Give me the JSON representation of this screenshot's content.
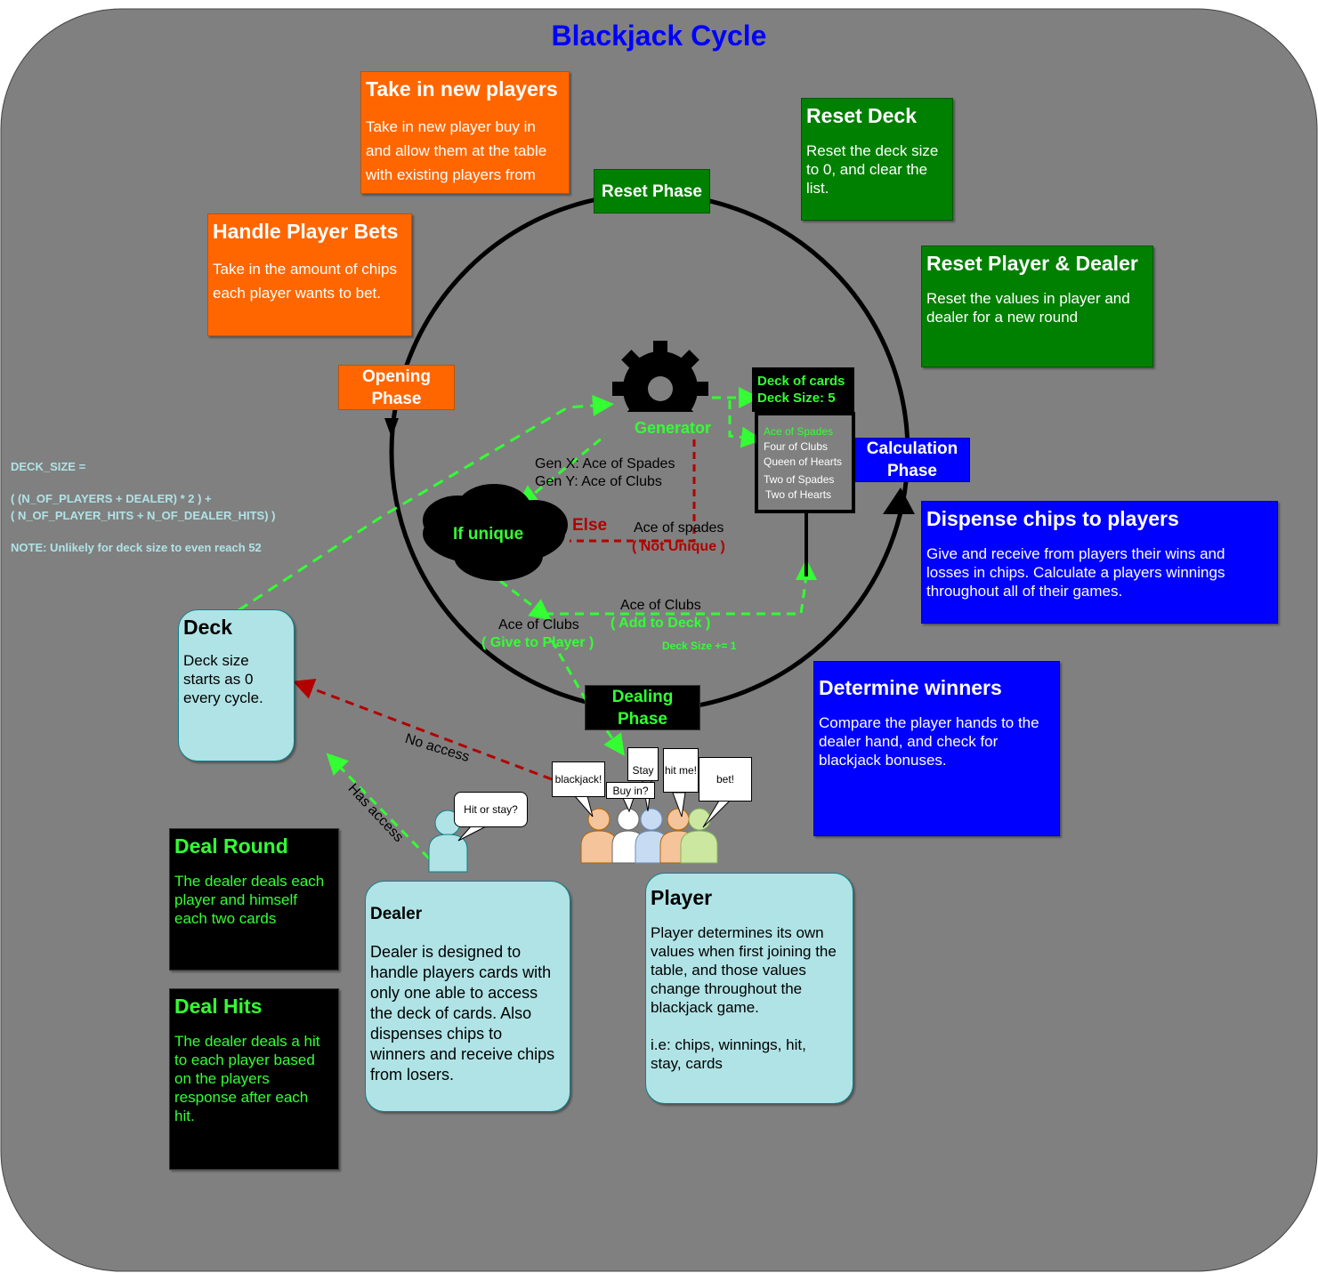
{
  "title": "Blackjack Cycle",
  "phases": {
    "reset": "Reset Phase",
    "opening": "Opening\nPhase",
    "calculation": "Calculation\nPhase",
    "dealing": "Dealing\nPhase"
  },
  "cards": {
    "take_new_players": {
      "heading": "Take in new players",
      "body": "Take in new player buy in\nand allow them at the table\nwith existing players from"
    },
    "handle_bets": {
      "heading": "Handle Player Bets",
      "body": "Take in the amount of chips\neach player wants to bet."
    },
    "reset_deck": {
      "heading": "Reset Deck",
      "body": "Reset the deck size\nto 0, and clear the\nlist."
    },
    "reset_player_dealer": {
      "heading": "Reset Player & Dealer",
      "body": "Reset the values in player and\ndealer for a new round"
    },
    "dispense_chips": {
      "heading": "Dispense chips to players",
      "body": "Give and receive from players their wins and\nlosses in chips. Calculate a players winnings\nthroughout all of their games."
    },
    "determine_winners": {
      "heading": "Determine winners",
      "body": "Compare the player hands to the\ndealer hand, and check for\nblackjack bonuses."
    },
    "deal_round": {
      "heading": "Deal Round",
      "body": "The dealer deals each\nplayer and himself\neach two cards"
    },
    "deal_hits": {
      "heading": "Deal Hits",
      "body": "The dealer deals a hit\nto each player based\non the players\nresponse after each\nhit."
    },
    "deck": {
      "heading": "Deck",
      "body": "Deck size\nstarts as 0\nevery cycle."
    },
    "dealer": {
      "heading": "Dealer",
      "body": "Dealer is designed to\nhandle players cards with\nonly one able to access\nthe deck of cards.  Also\ndispenses chips to\nwinners and receive chips\nfrom losers."
    },
    "player": {
      "heading": "Player",
      "body": "Player determines its own\nvalues when first joining the\ntable, and those values\nchange throughout the\nblackjack game.\n\ni.e: chips, winnings, hit,\nstay, cards"
    }
  },
  "deck_formula": {
    "line1": "DECK_SIZE =",
    "line2": "( (N_OF_PLAYERS + DEALER) * 2 ) +",
    "line3": "( N_OF_PLAYER_HITS + N_OF_DEALER_HITS) )",
    "note": "NOTE: Unlikely for deck size to even reach 52"
  },
  "deck_of_cards": {
    "header_line1": "Deck of cards",
    "header_line2": "Deck Size: 5",
    "cards": [
      "Ace of Spades",
      "Four of Clubs",
      "Queen of Hearts",
      "Two of Spades",
      "Two of Hearts"
    ]
  },
  "generator": {
    "label": "Generator",
    "gen_x": "Gen X: Ace of Spades",
    "gen_y": "Gen Y: Ace of Clubs"
  },
  "unique": {
    "label": "If unique",
    "else": "Else",
    "ace_spades": "Ace of spades",
    "not_unique": "( Not Unique )",
    "ace_clubs_add": "Ace of Clubs",
    "add_to_deck": "( Add to Deck )",
    "deck_size_inc": "Deck Size += 1",
    "ace_clubs_give": "Ace of Clubs",
    "give_to_player": "( Give to Player )"
  },
  "access": {
    "no_access": "No access",
    "has_access": "Has access"
  },
  "speech": {
    "dealer": "Hit or stay?",
    "p1": "blackjack!",
    "p2": "Buy in?",
    "p3": "Stay",
    "p4": "hit me!",
    "p5": "bet!"
  },
  "colors": {
    "background": "#808080",
    "orange": "#ff6600",
    "green": "#008000",
    "blue": "#0000ff",
    "black": "#000000",
    "cyan": "#b0e3e6",
    "flow_green": "#33ff33",
    "flow_red": "#b20000",
    "title_blue": "#0000ff"
  }
}
